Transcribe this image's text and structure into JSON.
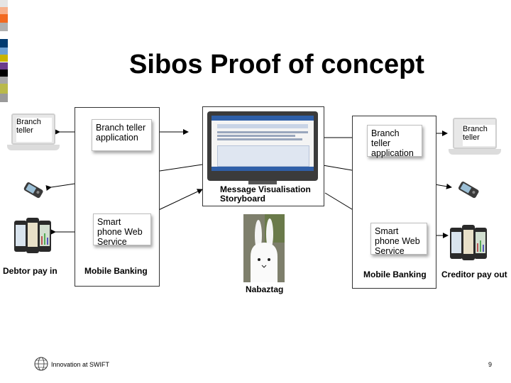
{
  "slide": {
    "title": "Sibos Proof of concept",
    "page_number": "9",
    "footer_text": "Innovation at SWIFT",
    "palette": [
      "#e5e5e5",
      "#f7b08a",
      "#f26a21",
      "#b0b0b0",
      "#003a70",
      "#6aa0d4",
      "#c8b400",
      "#ffffff",
      "#6b3a8c",
      "#000000",
      "#a6a6a6",
      "#b9b94a",
      "#9a9a9a"
    ]
  },
  "left_panel": {
    "branch_teller_app": "Branch teller application",
    "smart_phone_service": "Smart phone Web Service",
    "mobile_banking_label": "Mobile Banking"
  },
  "right_panel": {
    "branch_teller_app": "Branch teller application",
    "smart_phone_service": "Smart phone Web Service",
    "mobile_banking_label": "Mobile Banking"
  },
  "center": {
    "visualisation_label": "Message Visualisation Storyboard",
    "nabaztag_label": "Nabaztag"
  },
  "devices": {
    "laptop_left_text": "Branch teller",
    "laptop_right_text": "Branch teller",
    "debtor_label": "Debtor pay in",
    "creditor_label": "Creditor pay out"
  }
}
